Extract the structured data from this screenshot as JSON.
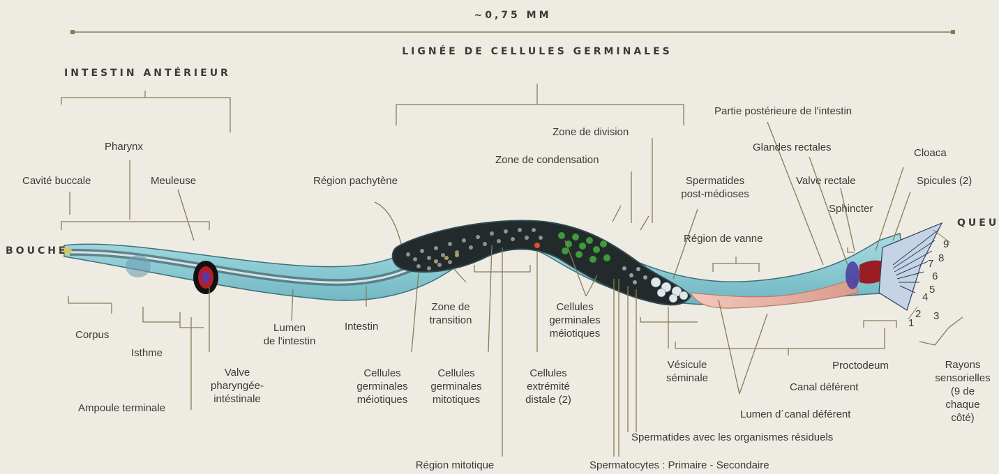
{
  "scale": "~0,75 MM",
  "headings": {
    "intestin_anterieur": "INTESTIN ANTÉRIEUR",
    "lignee": "LIGNÉE DE CELLULES GERMINALES",
    "bouche": "BOUCHE",
    "queue": "QUEUE"
  },
  "labels": {
    "pharynx": "Pharynx",
    "cavite_buccale": "Cavité buccale",
    "meuleuse": "Meuleuse",
    "corpus": "Corpus",
    "isthme": "Isthme",
    "ampoule": "Ampoule terminale",
    "valve_pharyngee": "Valve\npharyngée-\nintéstinale",
    "lumen_intestin": "Lumen\nde l'intestin",
    "intestin": "Intestin",
    "region_pachytene": "Région pachytène",
    "zone_transition": "Zone de\ntransition",
    "zone_condensation": "Zone de condensation",
    "zone_division": "Zone de division",
    "cg_meiotiques_1": "Cellules\ngerminales\nméiotiques",
    "cg_mitotiques": "Cellules\ngerminales\nmitotiques",
    "cell_distale": "Cellules\nextrémité\ndistale (2)",
    "cg_meiotiques_2": "Cellules\ngerminales\nméiotiques",
    "region_mitotique": "Région mitotique",
    "spermatocytes": "Spermatocytes : Primaire - Secondaire",
    "spermatides_residuels": "Spermatides avec les organismes résiduels",
    "spermatides_post": "Spermatides\npost-médioses",
    "region_vanne": "Région de vanne",
    "vesicule": "Vésicule\nséminale",
    "lumen_canal": "Lumen d´canal déférent",
    "canal_deferent": "Canal déférent",
    "partie_posterieure": "Partie postérieure de l'intestin",
    "glandes_rectales": "Glandes rectales",
    "valve_rectale": "Valve rectale",
    "sphincter": "Sphincter",
    "cloaca": "Cloaca",
    "spicules": "Spicules (2)",
    "proctodeum": "Proctodeum",
    "rayons": "Rayons\nsensorielles\n(9 de chaque\ncôté)"
  },
  "ray_numbers": [
    "1",
    "2",
    "3",
    "4",
    "5",
    "6",
    "7",
    "8",
    "9"
  ],
  "colors": {
    "body": "#8fcdd6",
    "body_edge": "#3f6f78",
    "line": "#8a7a55",
    "text": "#3b3a37",
    "background": "#eeebe3"
  }
}
